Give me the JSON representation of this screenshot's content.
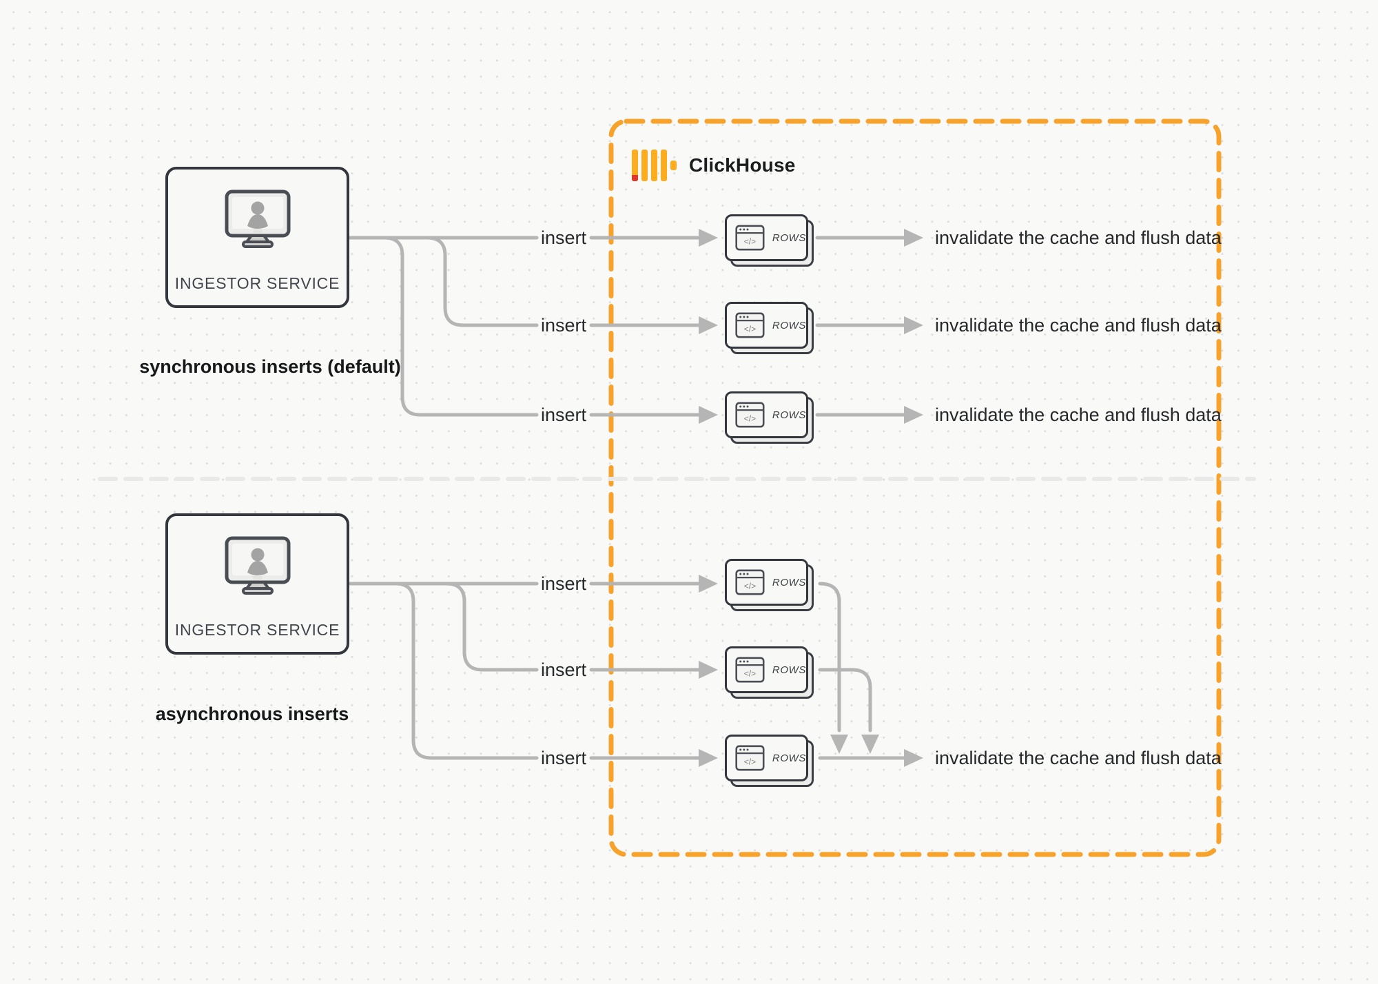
{
  "diagram": {
    "clickhouse_container": {
      "label": "ClickHouse"
    },
    "sync_section": {
      "ingestor": {
        "label": "INGESTOR SERVICE"
      },
      "caption": "synchronous inserts (default)",
      "insert_labels": [
        "insert",
        "insert",
        "insert"
      ],
      "row_cards": [
        {
          "label": "ROWS",
          "code_glyph": "</>"
        },
        {
          "label": "ROWS",
          "code_glyph": "</>"
        },
        {
          "label": "ROWS",
          "code_glyph": "</>"
        }
      ],
      "outcome_labels": [
        "invalidate the cache and flush data",
        "invalidate the cache and flush data",
        "invalidate the cache and flush data"
      ]
    },
    "async_section": {
      "ingestor": {
        "label": "INGESTOR SERVICE"
      },
      "caption": "asynchronous inserts",
      "insert_labels": [
        "insert",
        "insert",
        "insert"
      ],
      "row_cards": [
        {
          "label": "ROWS",
          "code_glyph": "</>"
        },
        {
          "label": "ROWS",
          "code_glyph": "</>"
        },
        {
          "label": "ROWS",
          "code_glyph": "</>"
        }
      ],
      "outcome_label": "invalidate the cache and flush data"
    },
    "colors": {
      "accent_orange": "#f7a22b",
      "logo_yellow": "#fbad1d",
      "logo_red": "#e0382c",
      "line_gray": "#b5b5b5",
      "border_dark": "#33373d",
      "text_dark": "#26282b"
    }
  }
}
